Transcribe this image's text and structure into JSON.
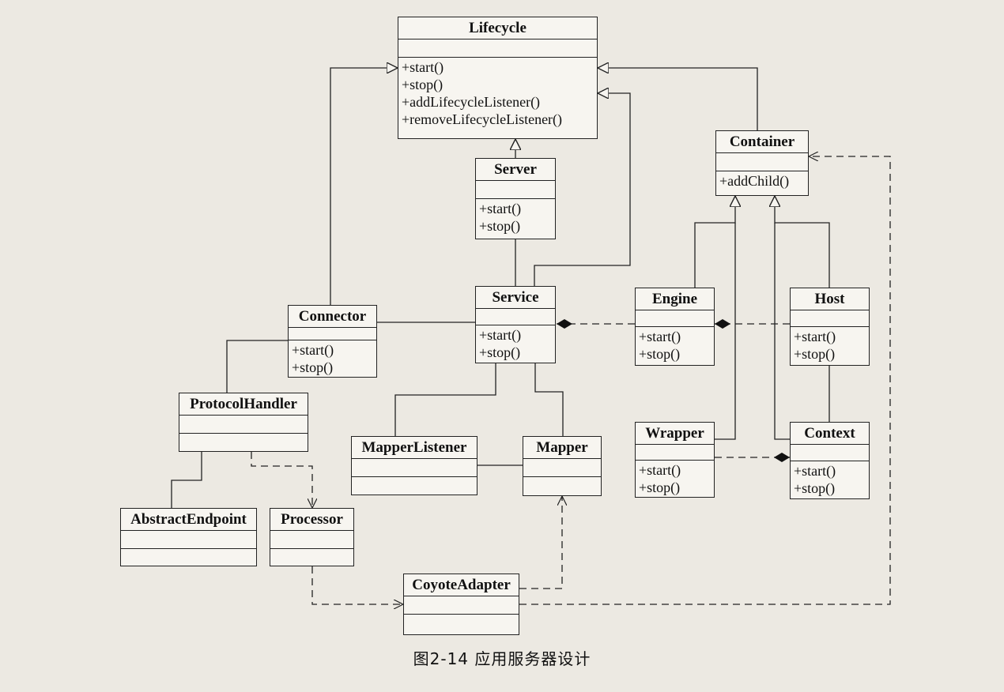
{
  "classes": {
    "lifecycle": {
      "name": "Lifecycle",
      "ops": [
        "+start()",
        "+stop()",
        "+addLifecycleListener()",
        "+removeLifecycleListener()"
      ]
    },
    "server": {
      "name": "Server",
      "ops": [
        "+start()",
        "+stop()"
      ]
    },
    "container": {
      "name": "Container",
      "ops": [
        "+addChild()"
      ]
    },
    "service": {
      "name": "Service",
      "ops": [
        "+start()",
        "+stop()"
      ]
    },
    "connector": {
      "name": "Connector",
      "ops": [
        "+start()",
        "+stop()"
      ]
    },
    "engine": {
      "name": "Engine",
      "ops": [
        "+start()",
        "+stop()"
      ]
    },
    "host": {
      "name": "Host",
      "ops": [
        "+start()",
        "+stop()"
      ]
    },
    "protocolhandler": {
      "name": "ProtocolHandler",
      "ops": []
    },
    "mapperlistener": {
      "name": "MapperListener",
      "ops": []
    },
    "mapper": {
      "name": "Mapper",
      "ops": []
    },
    "wrapper": {
      "name": "Wrapper",
      "ops": [
        "+start()",
        "+stop()"
      ]
    },
    "context": {
      "name": "Context",
      "ops": [
        "+start()",
        "+stop()"
      ]
    },
    "abstractendpoint": {
      "name": "AbstractEndpoint",
      "ops": []
    },
    "processor": {
      "name": "Processor",
      "ops": []
    },
    "coyoteadapter": {
      "name": "CoyoteAdapter",
      "ops": []
    }
  },
  "caption": "图2-14   应用服务器设计"
}
